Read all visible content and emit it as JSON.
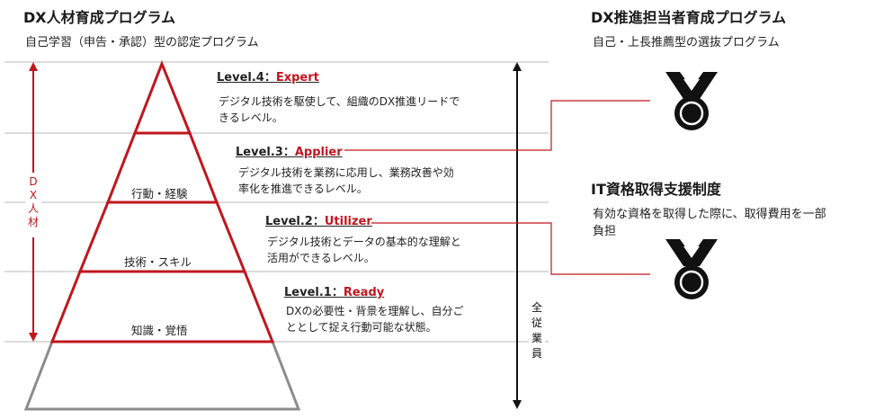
{
  "left": {
    "title": "DX人材育成プログラム",
    "subtitle": "自己学習（申告・承認）型の認定プログラム"
  },
  "levels": [
    {
      "prefix": "Level.4：",
      "name": "Expert",
      "desc1": "デジタル技術を駆使して、組織のDX推進リードで",
      "desc2": "きるレベル。"
    },
    {
      "prefix": "Level.3：",
      "name": "Applier",
      "desc1": "デジタル技術を業務に応用し、業務改善や効",
      "desc2": "率化を推進できるレベル。"
    },
    {
      "prefix": "Level.2：",
      "name": "Utilizer",
      "desc1": "デジタル技術とデータの基本的な理解と",
      "desc2": "活用ができるレベル。"
    },
    {
      "prefix": "Level.1：",
      "name": "Ready",
      "desc1": "DXの必要性・背景を理解し、自分ご",
      "desc2": "ととして捉え行動可能な状態。"
    }
  ],
  "bands": {
    "action": "行動・経験",
    "skill": "技術・スキル",
    "knowledge": "知識・覚悟"
  },
  "axis": {
    "dx": [
      "D",
      "X",
      "人",
      "材"
    ],
    "all": [
      "全",
      "従",
      "業",
      "員"
    ]
  },
  "right": {
    "promo_title": "DX推進担当者育成プログラム",
    "promo_subtitle": "自己・上長推薦型の選抜プログラム",
    "it_title": "IT資格取得支援制度",
    "it_desc1": "有効な資格を取得した際に、取得費用を一部",
    "it_desc2": "負担"
  },
  "colors": {
    "red": "#c0161e",
    "gray": "#8c8c8c",
    "black": "#111111"
  },
  "icons": [
    "medal-icon",
    "medal-icon"
  ]
}
